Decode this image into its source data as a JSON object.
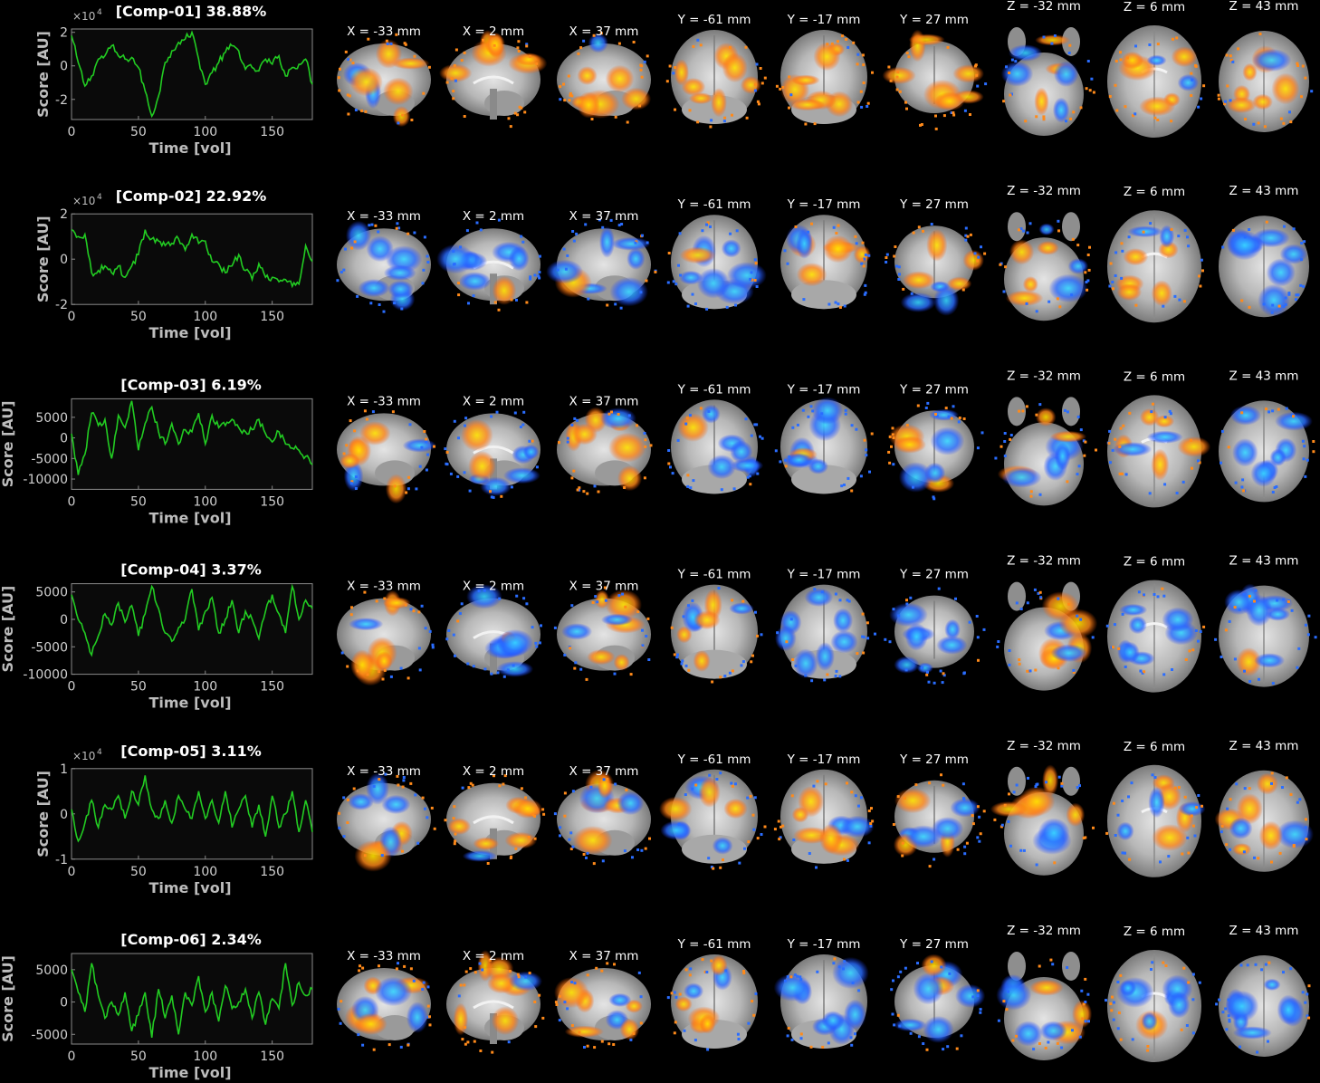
{
  "slice_labels": {
    "sagittal": [
      "X = -33 mm",
      "X = 2 mm",
      "X = 37 mm"
    ],
    "coronal": [
      "Y = -61 mm",
      "Y = -17 mm",
      "Y = 27 mm"
    ],
    "axial": [
      "Z = -32 mm",
      "Z = 6 mm",
      "Z = 43 mm"
    ]
  },
  "colors": {
    "background": "#000000",
    "plot_bg": "#0a0a0a",
    "trace": "#22cc22",
    "positive_map": "#ff8a1a",
    "positive_peak": "#ffe400",
    "negative_map": "#2a6dff",
    "negative_peak": "#38d8ff"
  },
  "chart_data": [
    {
      "type": "line",
      "title": "[Comp-01] 38.88%",
      "xlabel": "Time [vol]",
      "ylabel": "Score [AU]",
      "y_exponent": "×10",
      "y_exponent_power": "4",
      "xlim": [
        0,
        180
      ],
      "ylim": [
        -3.2,
        2.2
      ],
      "xticks": [
        0,
        50,
        100,
        150
      ],
      "yticks": [
        -2,
        0,
        2
      ],
      "yticklabels": [
        "-2",
        "0",
        "2"
      ],
      "grid": false,
      "x": [
        0,
        5,
        10,
        15,
        20,
        25,
        30,
        35,
        40,
        45,
        50,
        55,
        60,
        65,
        70,
        75,
        80,
        85,
        90,
        95,
        100,
        105,
        110,
        115,
        120,
        125,
        130,
        135,
        140,
        145,
        150,
        155,
        160,
        165,
        170,
        175,
        180
      ],
      "series": [
        {
          "values": [
            1.8,
            0.2,
            -1.2,
            -0.6,
            0.4,
            0.6,
            1.2,
            0.6,
            0.4,
            0.5,
            -0.1,
            -1.5,
            -3.0,
            -1.8,
            0.2,
            0.9,
            1.4,
            1.6,
            2.0,
            0.4,
            -1.1,
            -0.4,
            0.2,
            0.8,
            1.2,
            0.9,
            -0.2,
            -0.1,
            -0.3,
            0.4,
            0.1,
            0.6,
            -0.6,
            -0.1,
            0.1,
            0.4,
            -1.1
          ]
        }
      ]
    },
    {
      "type": "line",
      "title": "[Comp-02] 22.92%",
      "xlabel": "Time [vol]",
      "ylabel": "Score [AU]",
      "y_exponent": "×10",
      "y_exponent_power": "4",
      "xlim": [
        0,
        180
      ],
      "ylim": [
        -2,
        2
      ],
      "xticks": [
        0,
        50,
        100,
        150
      ],
      "yticks": [
        -2,
        0,
        2
      ],
      "yticklabels": [
        "-2",
        "0",
        "2"
      ],
      "grid": false,
      "x": [
        0,
        5,
        10,
        15,
        20,
        25,
        30,
        35,
        40,
        45,
        50,
        55,
        60,
        65,
        70,
        75,
        80,
        85,
        90,
        95,
        100,
        105,
        110,
        115,
        120,
        125,
        130,
        135,
        140,
        145,
        150,
        155,
        160,
        165,
        170,
        175,
        180
      ],
      "series": [
        {
          "values": [
            1.3,
            1.0,
            1.1,
            -0.6,
            -0.5,
            -0.3,
            -0.6,
            -0.3,
            -0.8,
            -0.3,
            0.2,
            1.3,
            0.9,
            0.8,
            0.6,
            0.7,
            0.9,
            0.4,
            1.1,
            0.7,
            0.8,
            -0.1,
            -0.2,
            -0.6,
            -0.3,
            0.2,
            -0.5,
            -0.9,
            -0.2,
            -0.8,
            -0.8,
            -1.0,
            -0.9,
            -1.2,
            -1.1,
            0.6,
            -0.1
          ]
        }
      ]
    },
    {
      "type": "line",
      "title": "[Comp-03] 6.19%",
      "xlabel": "Time [vol]",
      "ylabel": "Score [AU]",
      "y_exponent": "",
      "y_exponent_power": "",
      "xlim": [
        0,
        180
      ],
      "ylim": [
        -12500,
        9500
      ],
      "xticks": [
        0,
        50,
        100,
        150
      ],
      "yticks": [
        -10000,
        -5000,
        0,
        5000
      ],
      "yticklabels": [
        "-10000",
        "-5000",
        "0",
        "5000"
      ],
      "grid": false,
      "x": [
        0,
        5,
        10,
        15,
        20,
        25,
        30,
        35,
        40,
        45,
        50,
        55,
        60,
        65,
        70,
        75,
        80,
        85,
        90,
        95,
        100,
        105,
        110,
        115,
        120,
        125,
        130,
        135,
        140,
        145,
        150,
        155,
        160,
        165,
        170,
        175,
        180
      ],
      "series": [
        {
          "values": [
            1000,
            -9000,
            -4000,
            6000,
            3000,
            4500,
            -5000,
            5500,
            2500,
            9000,
            -3000,
            3500,
            7500,
            1500,
            -1500,
            3500,
            -1500,
            2000,
            1500,
            6000,
            -1500,
            5500,
            2500,
            3000,
            4500,
            2500,
            1500,
            2000,
            4500,
            1000,
            -1000,
            1500,
            -1500,
            -2500,
            -3000,
            -4500,
            -6500
          ]
        }
      ]
    },
    {
      "type": "line",
      "title": "[Comp-04] 3.37%",
      "xlabel": "Time [vol]",
      "ylabel": "Score [AU]",
      "y_exponent": "",
      "y_exponent_power": "",
      "xlim": [
        0,
        180
      ],
      "ylim": [
        -10000,
        6500
      ],
      "xticks": [
        0,
        50,
        100,
        150
      ],
      "yticks": [
        -10000,
        -5000,
        0,
        5000
      ],
      "yticklabels": [
        "-10000",
        "-5000",
        "0",
        "5000"
      ],
      "grid": false,
      "x": [
        0,
        5,
        10,
        15,
        20,
        25,
        30,
        35,
        40,
        45,
        50,
        55,
        60,
        65,
        70,
        75,
        80,
        85,
        90,
        95,
        100,
        105,
        110,
        115,
        120,
        125,
        130,
        135,
        140,
        145,
        150,
        155,
        160,
        165,
        170,
        175,
        180
      ],
      "series": [
        {
          "values": [
            4500,
            0,
            -2500,
            -6500,
            -3000,
            1000,
            -1000,
            3000,
            -500,
            2500,
            -3000,
            1000,
            6000,
            2000,
            -2500,
            -4000,
            -1500,
            0,
            5500,
            -2000,
            1500,
            4000,
            -2500,
            0,
            3500,
            -2500,
            1500,
            0,
            -3500,
            1500,
            4500,
            1000,
            -2500,
            6000,
            0,
            3500,
            2000
          ]
        }
      ]
    },
    {
      "type": "line",
      "title": "[Comp-05] 3.11%",
      "xlabel": "Time [vol]",
      "ylabel": "Score [AU]",
      "y_exponent": "×10",
      "y_exponent_power": "4",
      "xlim": [
        0,
        180
      ],
      "ylim": [
        -1,
        1
      ],
      "xticks": [
        0,
        50,
        100,
        150
      ],
      "yticks": [
        -1,
        0,
        1
      ],
      "yticklabels": [
        "-1",
        "0",
        "1"
      ],
      "grid": false,
      "x": [
        0,
        5,
        10,
        15,
        20,
        25,
        30,
        35,
        40,
        45,
        50,
        55,
        60,
        65,
        70,
        75,
        80,
        85,
        90,
        95,
        100,
        105,
        110,
        115,
        120,
        125,
        130,
        135,
        140,
        145,
        150,
        155,
        160,
        165,
        170,
        175,
        180
      ],
      "series": [
        {
          "values": [
            0.1,
            -0.6,
            -0.2,
            0.3,
            -0.3,
            0.2,
            0.1,
            0.4,
            -0.1,
            0.5,
            0.2,
            0.85,
            0.1,
            -0.1,
            0.3,
            -0.2,
            0.4,
            0.1,
            -0.1,
            0.5,
            -0.1,
            0.3,
            -0.2,
            0.5,
            -0.3,
            0.1,
            0.4,
            -0.3,
            0.2,
            -0.5,
            0.4,
            -0.3,
            0.0,
            0.5,
            -0.4,
            0.3,
            -0.4
          ]
        }
      ]
    },
    {
      "type": "line",
      "title": "[Comp-06] 2.34%",
      "xlabel": "Time [vol]",
      "ylabel": "Score [AU]",
      "y_exponent": "",
      "y_exponent_power": "",
      "xlim": [
        0,
        180
      ],
      "ylim": [
        -6500,
        7500
      ],
      "xticks": [
        0,
        50,
        100,
        150
      ],
      "yticks": [
        -5000,
        0,
        5000
      ],
      "yticklabels": [
        "-5000",
        "0",
        "5000"
      ],
      "grid": false,
      "x": [
        0,
        5,
        10,
        15,
        20,
        25,
        30,
        35,
        40,
        45,
        50,
        55,
        60,
        65,
        70,
        75,
        80,
        85,
        90,
        95,
        100,
        105,
        110,
        115,
        120,
        125,
        130,
        135,
        140,
        145,
        150,
        155,
        160,
        165,
        170,
        175,
        180
      ],
      "series": [
        {
          "values": [
            5000,
            1500,
            -1500,
            6000,
            1000,
            -2500,
            0,
            -2000,
            1500,
            -4500,
            -2000,
            1500,
            -5500,
            2000,
            -2500,
            1000,
            -5000,
            1500,
            -500,
            4000,
            -1500,
            1500,
            -3000,
            2500,
            -1000,
            0,
            2000,
            -2500,
            1500,
            -3500,
            500,
            -1000,
            6000,
            -500,
            3000,
            1000,
            2000
          ]
        }
      ]
    }
  ]
}
